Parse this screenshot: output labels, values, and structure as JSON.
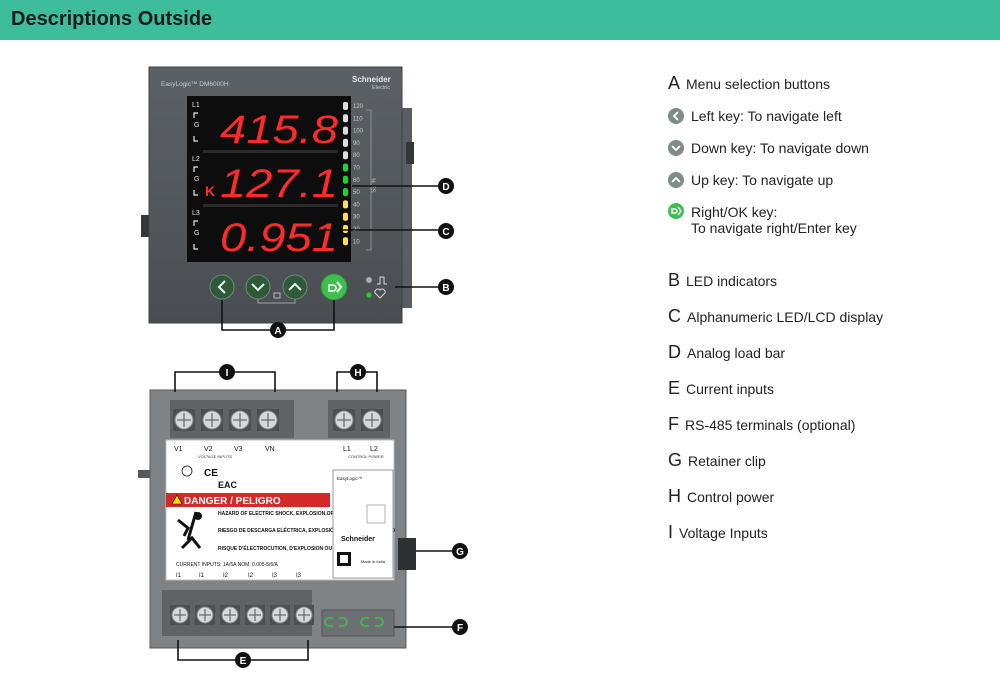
{
  "banner": {
    "title": "Descriptions Outside"
  },
  "colors": {
    "banner": "#3dbd9c",
    "led_red": "#ff2a2a",
    "led_green": "#19d22a",
    "led_yellow": "#ffe14a",
    "key_green": "#3fbf4f"
  },
  "front_panel": {
    "model": "EasyLogic™ DM6000H",
    "brand": "Schneider",
    "brand_sub": "Electric",
    "rows": [
      {
        "phase": "L1",
        "value": "415.8"
      },
      {
        "phase": "L2",
        "value": "127.1"
      },
      {
        "phase": "L3",
        "value": "0.951"
      }
    ],
    "k_indicator": "K",
    "scale": [
      "120",
      "110",
      "100",
      "90",
      "80",
      "70",
      "60",
      "50",
      "40",
      "30",
      "20",
      "10"
    ],
    "scale_label": "% FS"
  },
  "rear_panel": {
    "voltage_terms": [
      "V1",
      "V2",
      "V3",
      "VN"
    ],
    "voltage_caption": "VOLTAGE INPUTS",
    "power_terms": [
      "L1",
      "L2"
    ],
    "power_caption": "CONTROL POWER",
    "danger": "DANGER / PELIGRO",
    "warn_en": "HAZARD OF ELECTRIC SHOCK, EXPLOSION,OR ARC FLASH",
    "warn_es": "RIESGO DE DESCARGA ELÉCTRICA, EXPLOSIÓN O DESTELLO DE ARCO",
    "warn_fr": "RISQUE D'ÉLECTROCUTION, D'EXPLOSION OU D'ARC ÉLECTRIQUE",
    "current_caption": "CURRENT INPUTS: 1A/5A NOM. 0.005-5/6/A",
    "current_terms": [
      "I1",
      "I1",
      "I2",
      "I2",
      "I3",
      "I3"
    ],
    "label_model": "EasyLogic™",
    "label_brand": "Schneider",
    "made_in": "Made in India"
  },
  "callouts": [
    "A",
    "B",
    "C",
    "D",
    "E",
    "F",
    "G",
    "H",
    "I"
  ],
  "legend": {
    "A": "Menu selection buttons",
    "keys": [
      {
        "label": "Left key: To navigate left",
        "icon": "left-key-icon"
      },
      {
        "label": "Down key: To navigate down",
        "icon": "down-key-icon"
      },
      {
        "label": "Up key: To navigate up",
        "icon": "up-key-icon"
      },
      {
        "label": "Right/OK key:",
        "label2": "To navigate right/Enter key",
        "icon": "ok-key-icon"
      }
    ],
    "items": [
      {
        "letter": "B",
        "text": "LED indicators"
      },
      {
        "letter": "C",
        "text": "Alphanumeric LED/LCD display"
      },
      {
        "letter": "D",
        "text": "Analog load bar"
      },
      {
        "letter": "E",
        "text": "Current inputs"
      },
      {
        "letter": "F",
        "text": "RS-485 terminals (optional)"
      },
      {
        "letter": "G",
        "text": "Retainer clip"
      },
      {
        "letter": "H",
        "text": "Control power"
      },
      {
        "letter": "I",
        "text": "Voltage Inputs"
      }
    ]
  }
}
